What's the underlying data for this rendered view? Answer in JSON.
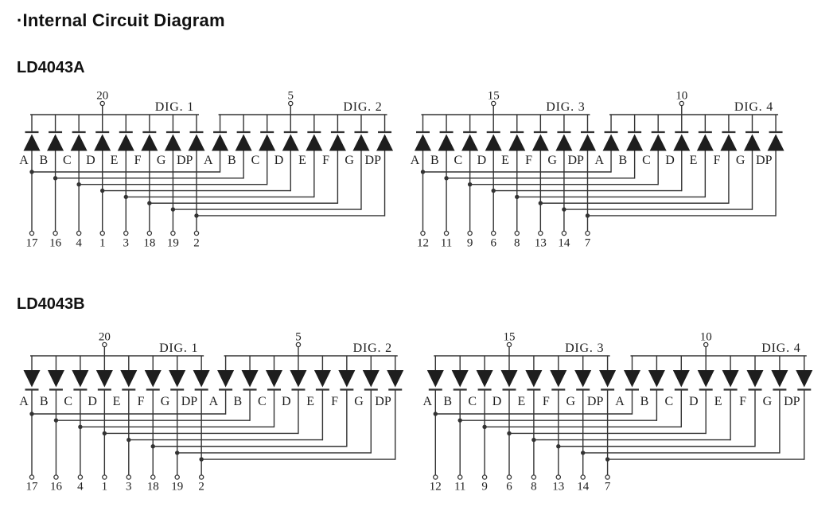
{
  "page": {
    "title": "·Internal Circuit Diagram",
    "background_color": "#ffffff",
    "line_color": "#333333",
    "diode_fill_color": "#1e1e1e",
    "text_color": "#1d1d1d"
  },
  "diagrams": [
    {
      "id": "ld4043a",
      "heading": "LD4043A",
      "diode_direction": "up",
      "blocks": [
        {
          "segments": [
            "A",
            "B",
            "C",
            "D",
            "E",
            "F",
            "G",
            "DP"
          ],
          "digits": [
            {
              "label": "DIG. 1",
              "common_pin": "20"
            },
            {
              "label": "DIG. 2",
              "common_pin": "5"
            }
          ],
          "bottom_pins": [
            "17",
            "16",
            "4",
            "1",
            "3",
            "18",
            "19",
            "2"
          ]
        },
        {
          "segments": [
            "A",
            "B",
            "C",
            "D",
            "E",
            "F",
            "G",
            "DP"
          ],
          "digits": [
            {
              "label": "DIG. 3",
              "common_pin": "15"
            },
            {
              "label": "DIG. 4",
              "common_pin": "10"
            }
          ],
          "bottom_pins": [
            "12",
            "11",
            "9",
            "6",
            "8",
            "13",
            "14",
            "7"
          ]
        }
      ]
    },
    {
      "id": "ld4043b",
      "heading": "LD4043B",
      "diode_direction": "down",
      "blocks": [
        {
          "segments": [
            "A",
            "B",
            "C",
            "D",
            "E",
            "F",
            "G",
            "DP"
          ],
          "digits": [
            {
              "label": "DIG. 1",
              "common_pin": "20"
            },
            {
              "label": "DIG. 2",
              "common_pin": "5"
            }
          ],
          "bottom_pins": [
            "17",
            "16",
            "4",
            "1",
            "3",
            "18",
            "19",
            "2"
          ]
        },
        {
          "segments": [
            "A",
            "B",
            "C",
            "D",
            "E",
            "F",
            "G",
            "DP"
          ],
          "digits": [
            {
              "label": "DIG. 3",
              "common_pin": "15"
            },
            {
              "label": "DIG. 4",
              "common_pin": "10"
            }
          ],
          "bottom_pins": [
            "12",
            "11",
            "9",
            "6",
            "8",
            "13",
            "14",
            "7"
          ]
        }
      ]
    }
  ]
}
